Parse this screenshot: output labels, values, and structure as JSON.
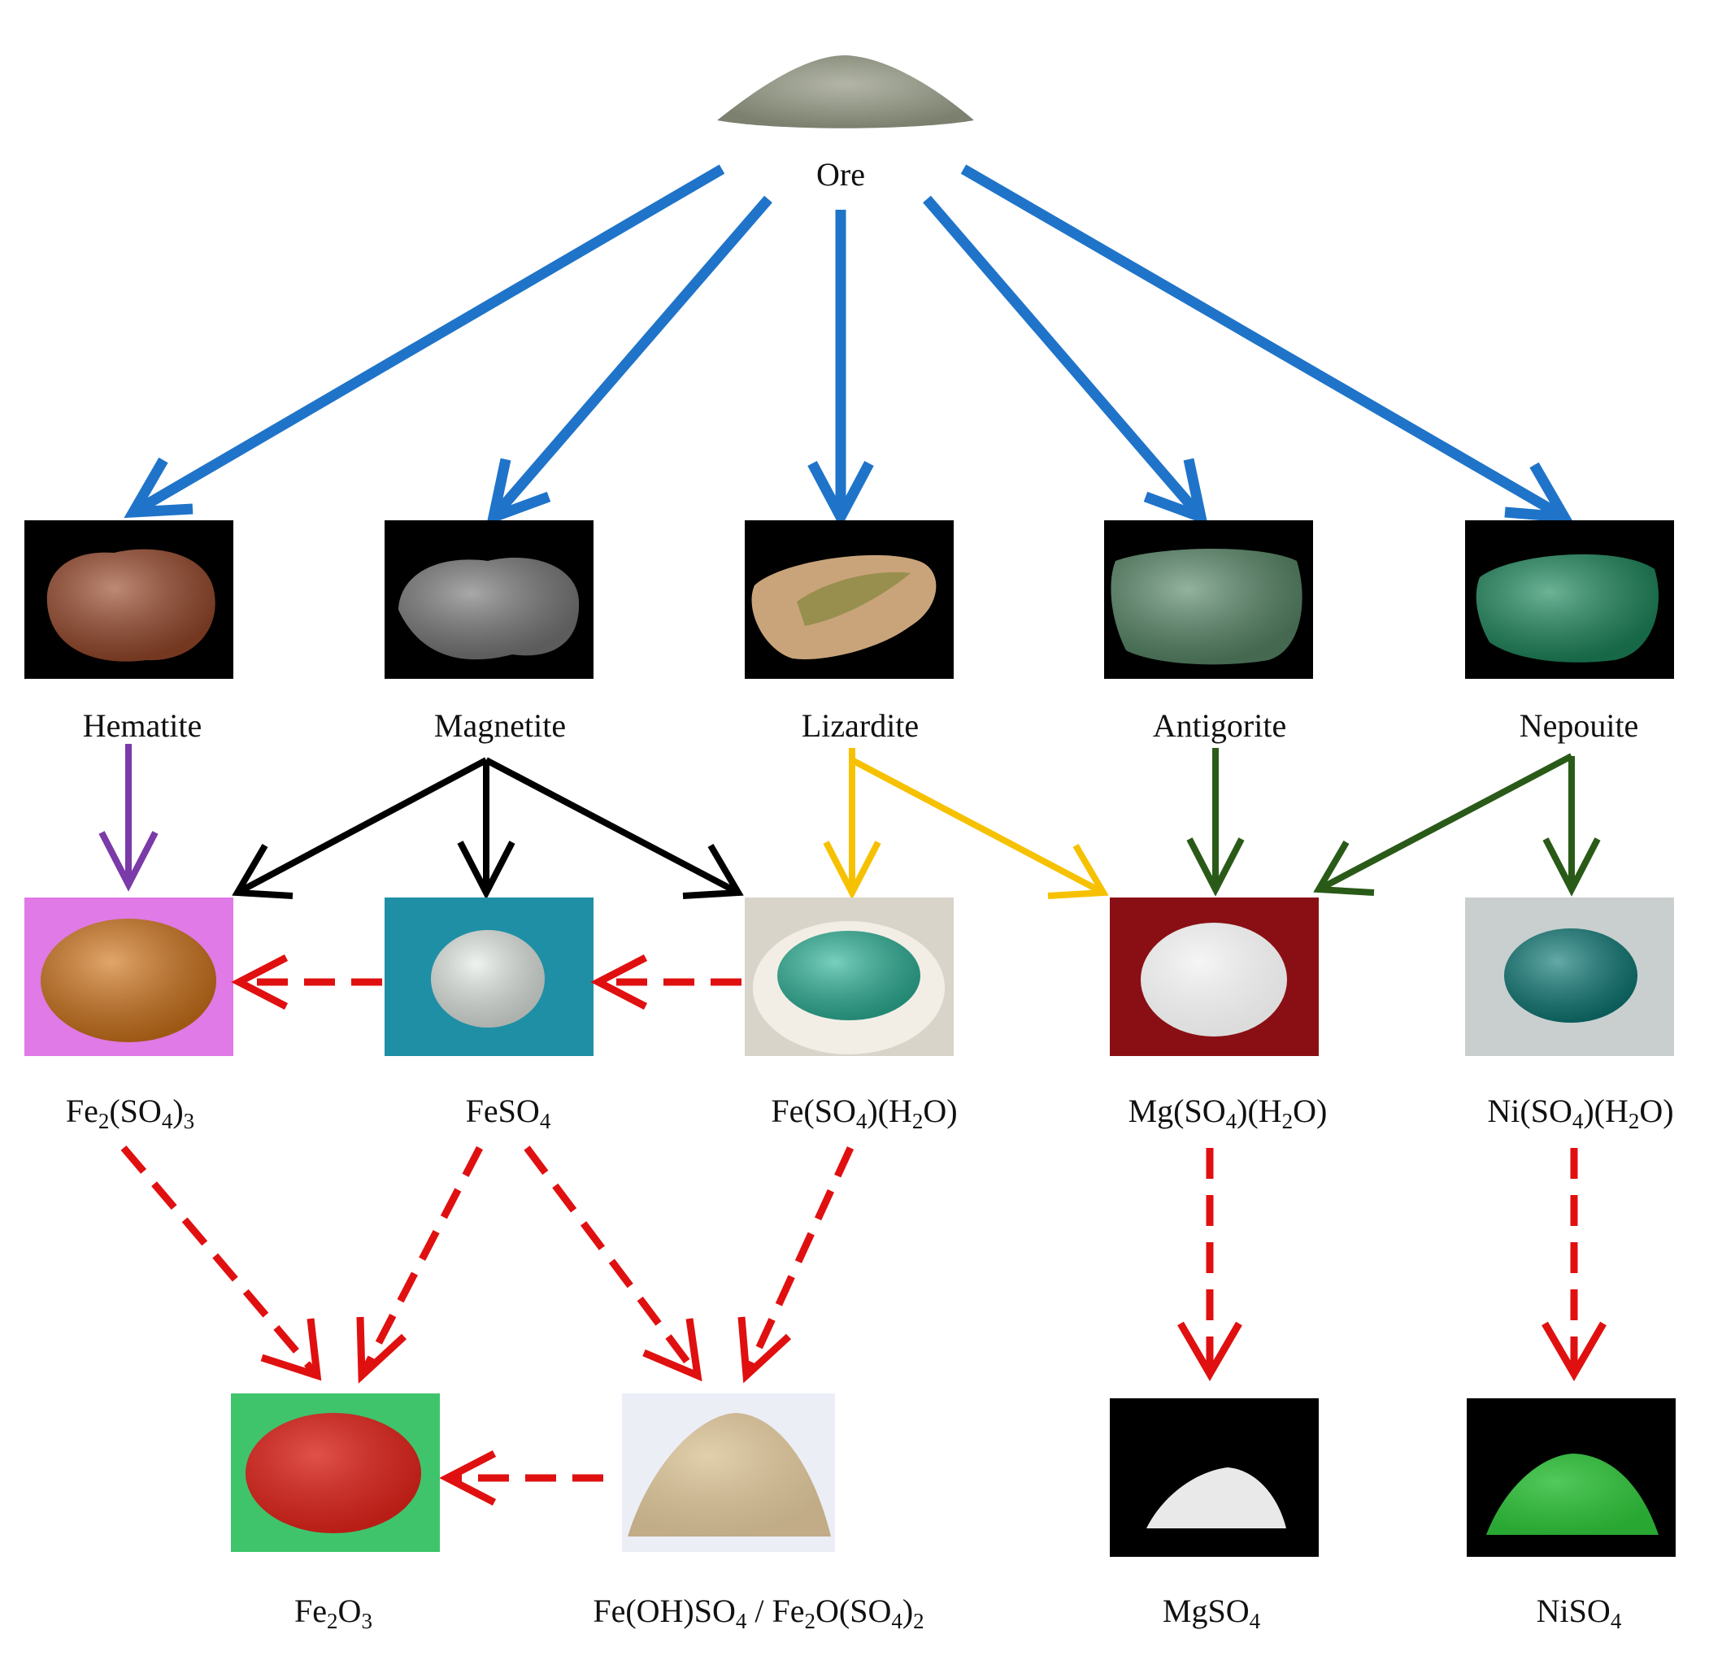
{
  "diagram": {
    "ore": {
      "label": "Ore",
      "color": "#8f9483"
    },
    "minerals": {
      "hematite": {
        "label": "Hematite",
        "color": "#9a4a2c"
      },
      "magnetite": {
        "label": "Magnetite",
        "color": "#7a7a7a"
      },
      "lizardite": {
        "label": "Lizardite",
        "color": "#c9a47a"
      },
      "antigorite": {
        "label": "Antigorite",
        "color": "#5a8a6a"
      },
      "nepouite": {
        "label": "Nepouite",
        "color": "#1e8a5e"
      }
    },
    "intermediates": {
      "fe2so43": {
        "label": [
          "Fe",
          "2",
          "(SO",
          "4",
          ")",
          "3"
        ],
        "bg": "#e07ae6",
        "pile": "#d2761c"
      },
      "feso4": {
        "label": [
          "FeSO",
          "4"
        ],
        "bg": "#1f8fa6",
        "pile": "#e6ede7"
      },
      "feso4h2o": {
        "label": [
          "Fe(SO",
          "4",
          ")(H",
          "2",
          "O)"
        ],
        "bg": "#d9d4ca",
        "pile": "#2fb59a"
      },
      "mgso4h2o": {
        "label": [
          "Mg(SO",
          "4",
          ")(H",
          "2",
          "O)"
        ],
        "bg": "#8a0f14",
        "pile": "#f4f4f4"
      },
      "niso4h2o": {
        "label": [
          "Ni(SO",
          "4",
          ")(H",
          "2",
          "O)"
        ],
        "bg": "#c9cfcf",
        "pile": "#0f7b78"
      }
    },
    "products": {
      "fe2o3": {
        "label": [
          "Fe",
          "2",
          "O",
          "3"
        ],
        "bg": "#3fc46c",
        "pile": "#d8231a"
      },
      "feohso4": {
        "label": [
          "Fe(OH)SO",
          "4",
          " / Fe",
          "2",
          "O(SO",
          "4",
          ")",
          "2"
        ],
        "bg": "#eceef6",
        "pile": "#dcc59a"
      },
      "mgso4": {
        "label": [
          "MgSO",
          "4"
        ],
        "bg": "#000000",
        "pile": "#e9e9e9"
      },
      "niso4": {
        "label": [
          "NiSO",
          "4"
        ],
        "bg": "#000000",
        "pile": "#2fbf3a"
      }
    },
    "arrow_colors": {
      "ore": "#1f74c9",
      "hematite": "#7a3aa8",
      "magnetite": "#000000",
      "lizardite": "#f6c100",
      "ni_mg": "#2a5a18",
      "dashed": "#e01010"
    }
  }
}
